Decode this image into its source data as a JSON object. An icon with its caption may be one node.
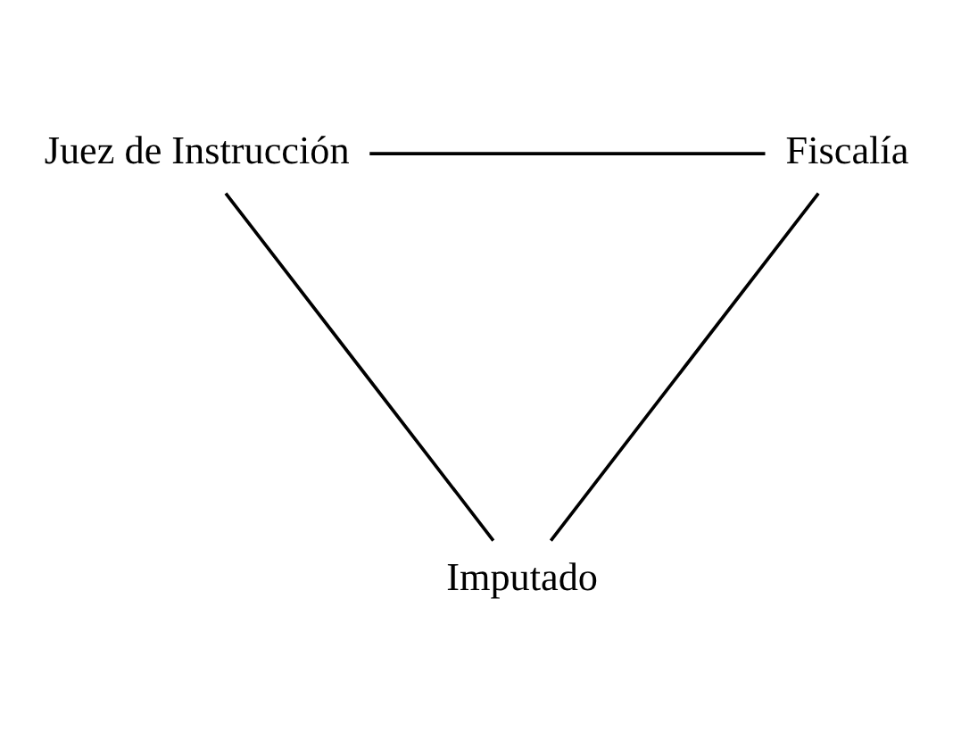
{
  "diagram": {
    "nodes": [
      {
        "text": [
          "Juez de Instrucción"
        ]
      },
      {
        "text": [
          "Fiscalía"
        ]
      },
      {
        "text": [
          "Imputado"
        ]
      }
    ],
    "edges": [
      {
        "from": 0,
        "to": 1,
        "arrow": "none"
      },
      {
        "from": 1,
        "to": 2,
        "arrow": "none"
      },
      {
        "from": 2,
        "to": 0,
        "arrow": "none"
      }
    ]
  }
}
